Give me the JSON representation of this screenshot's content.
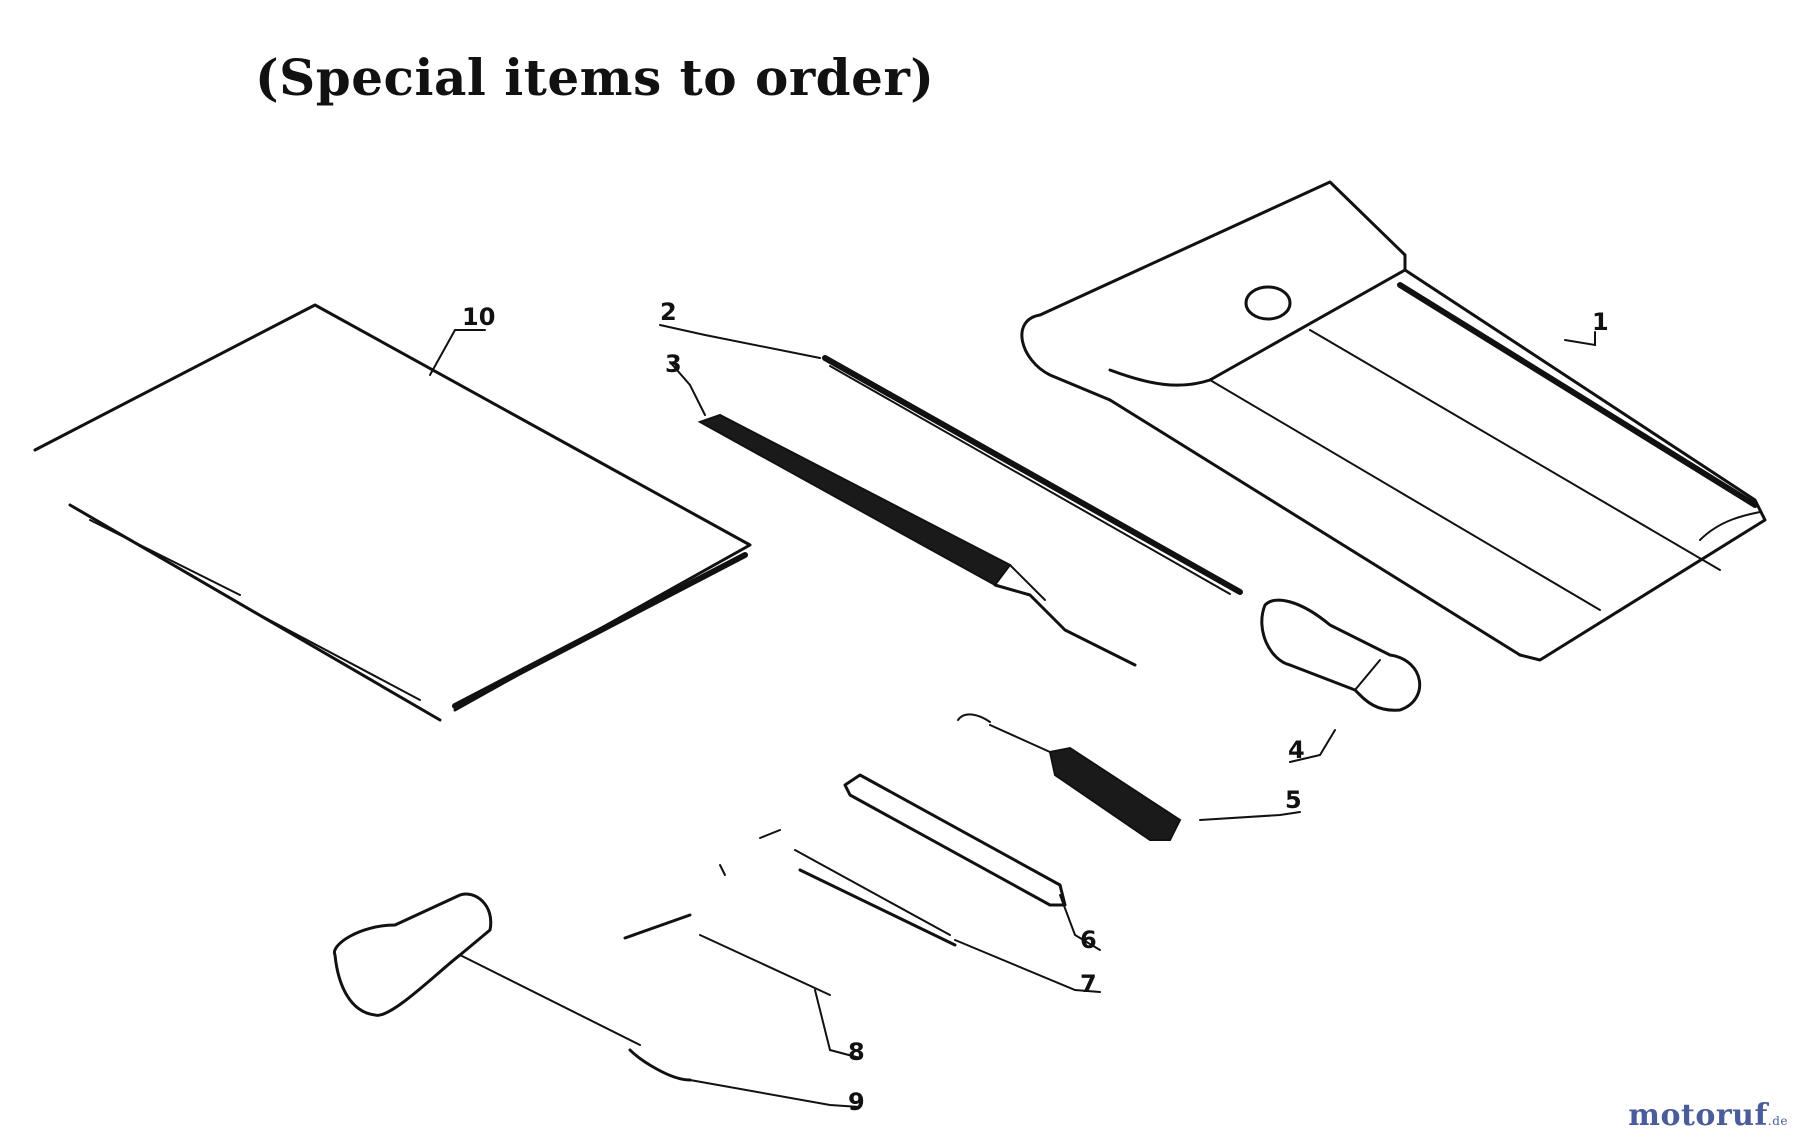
{
  "title": "(Special items to order)",
  "callouts": [
    {
      "id": "1",
      "label": "1"
    },
    {
      "id": "2",
      "label": "2"
    },
    {
      "id": "3",
      "label": "3"
    },
    {
      "id": "4",
      "label": "4"
    },
    {
      "id": "5",
      "label": "5"
    },
    {
      "id": "6",
      "label": "6"
    },
    {
      "id": "7",
      "label": "7"
    },
    {
      "id": "8",
      "label": "8"
    },
    {
      "id": "9",
      "label": "9"
    },
    {
      "id": "10",
      "label": "10"
    }
  ],
  "watermark": {
    "main": "motoruf",
    "suffix": ".de"
  },
  "colors": {
    "ink": "#111111",
    "watermark": "#4a5d9a",
    "watermark_dot": "#d14a2a"
  }
}
